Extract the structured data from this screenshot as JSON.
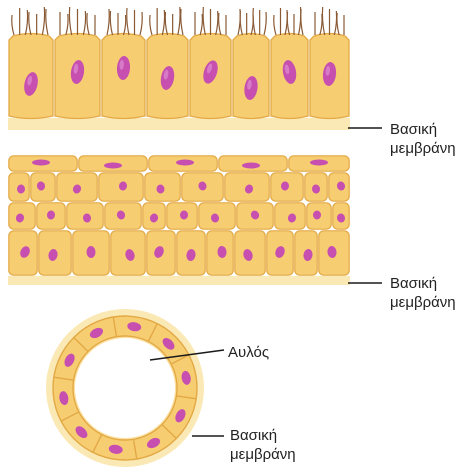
{
  "labels": {
    "top_basement": {
      "line1": "Βασική",
      "line2": "μεμβράνη"
    },
    "middle_basement": {
      "line1": "Βασική",
      "line2": "μεμβράνη"
    },
    "lumen": "Αυλός",
    "ring_basement": {
      "line1": "Βασική",
      "line2": "μεμβράνη"
    }
  },
  "colors": {
    "cell_fill": "#f7cd72",
    "cell_fill_light": "#fbe0a0",
    "cell_border": "#e2a945",
    "nucleus": "#c64fb0",
    "nucleus_light": "#e08ed2",
    "cilia": "#8a5a35",
    "basement": "#fbe9b5",
    "leader": "#1a1a1a"
  },
  "panels": [
    {
      "type": "ciliated-columnar-epithelium",
      "cells": 8,
      "has_cilia": true
    },
    {
      "type": "stratified-epithelium",
      "layers": 4
    },
    {
      "type": "simple-epithelium-ring-around-lumen",
      "cells": 10
    }
  ]
}
